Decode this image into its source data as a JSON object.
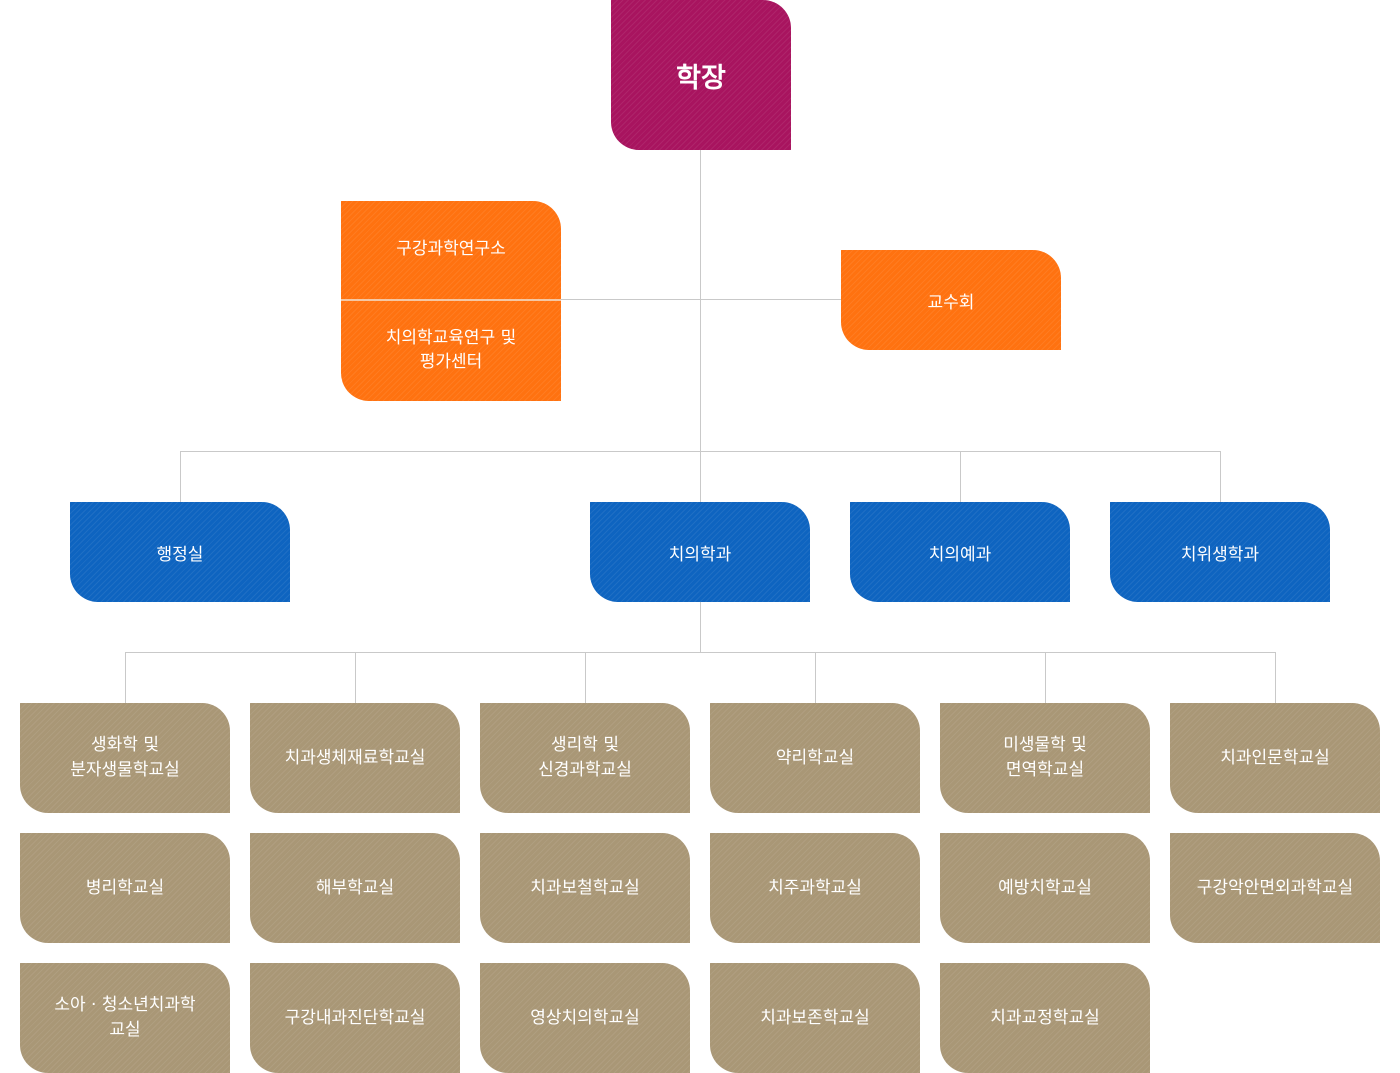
{
  "dean": "학장",
  "institutes": {
    "oral_science_institute": "구강과학연구소",
    "dental_education_center": "치의학교육연구 및\n평가센터"
  },
  "faculty_council": "교수회",
  "divisions": [
    "행정실",
    "치의학과",
    "치의예과",
    "치위생학과"
  ],
  "departments": [
    [
      "생화학 및\n분자생물학교실",
      "치과생체재료학교실",
      "생리학 및\n신경과학교실",
      "약리학교실",
      "미생물학 및\n면역학교실",
      "치과인문학교실"
    ],
    [
      "병리학교실",
      "해부학교실",
      "치과보철학교실",
      "치주과학교실",
      "예방치학교실",
      "구강악안면외과학교실"
    ],
    [
      "소아 · 청소년치과학\n교실",
      "구강내과진단학교실",
      "영상치의학교실",
      "치과보존학교실",
      "치과교정학교실"
    ]
  ],
  "colors": {
    "dean": "#a8145f",
    "institute": "#ff7210",
    "division": "#0e64c0",
    "department": "#a99776",
    "connector": "#c9c9c9"
  }
}
